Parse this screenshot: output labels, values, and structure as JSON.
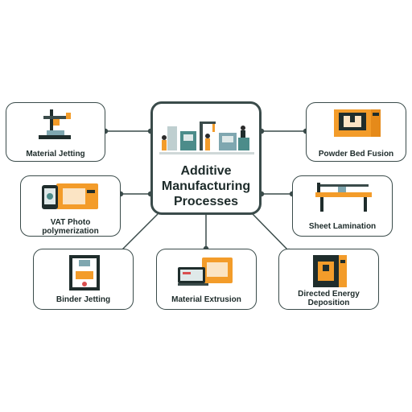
{
  "center": {
    "line1": "Additive",
    "line2": "Manufacturing",
    "line3": "Processes"
  },
  "nodes": {
    "material_jetting": {
      "label": "Material Jetting"
    },
    "vat_photo": {
      "line1": "VAT Photo",
      "line2": "polymerization"
    },
    "binder_jetting": {
      "label": "Binder Jetting"
    },
    "material_extrusion": {
      "label": "Material Extrusion"
    },
    "directed_energy": {
      "line1": "Directed Energy",
      "line2": "Deposition"
    },
    "sheet_lamination": {
      "label": "Sheet Lamination"
    },
    "powder_bed": {
      "label": "Powder Bed Fusion"
    }
  },
  "colors": {
    "line": "#3a4b4a",
    "accent": "#f39c2a",
    "dark": "#1f2d2c",
    "teal": "#4c8c8a"
  }
}
